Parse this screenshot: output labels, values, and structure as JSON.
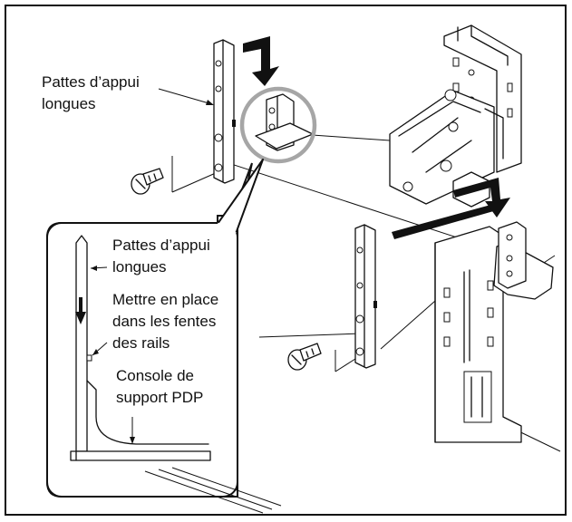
{
  "labels": {
    "bracket_top": [
      "Pattes d’appui",
      "longues"
    ],
    "inset_bracket": [
      "Pattes d’appui",
      "longues"
    ],
    "inset_slots": [
      "Mettre en place",
      "dans les fentes",
      "des rails"
    ],
    "inset_console": [
      "Console de",
      "support PDP"
    ]
  },
  "colors": {
    "line": "#111111",
    "highlight_circle": "#a6a6a6",
    "background": "#ffffff"
  },
  "icons": {
    "arrow_top": "down-arrow-icon",
    "arrow_right": "down-arrow-icon",
    "arrow_inset": "down-arrow-icon",
    "screw": "screw-icon"
  }
}
